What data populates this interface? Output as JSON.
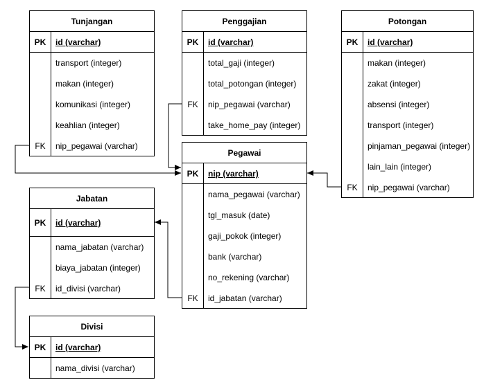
{
  "entities": {
    "tunjangan": {
      "title": "Tunjangan",
      "pk": {
        "key": "PK",
        "field": "id (varchar)"
      },
      "fields": [
        {
          "key": "",
          "field": "transport (integer)"
        },
        {
          "key": "",
          "field": "makan (integer)"
        },
        {
          "key": "",
          "field": "komunikasi (integer)"
        },
        {
          "key": "",
          "field": "keahlian (integer)"
        },
        {
          "key": "FK",
          "field": "nip_pegawai (varchar)"
        }
      ]
    },
    "penggajian": {
      "title": "Penggajian",
      "pk": {
        "key": "PK",
        "field": "id (varchar)"
      },
      "fields": [
        {
          "key": "",
          "field": "total_gaji (integer)"
        },
        {
          "key": "",
          "field": "total_potongan (integer)"
        },
        {
          "key": "FK",
          "field": "nip_pegawai (varchar)"
        },
        {
          "key": "",
          "field": "take_home_pay (integer)"
        }
      ]
    },
    "potongan": {
      "title": "Potongan",
      "pk": {
        "key": "PK",
        "field": "id (varchar)"
      },
      "fields": [
        {
          "key": "",
          "field": "makan (integer)"
        },
        {
          "key": "",
          "field": "zakat (integer)"
        },
        {
          "key": "",
          "field": "absensi (integer)"
        },
        {
          "key": "",
          "field": "transport (integer)"
        },
        {
          "key": "",
          "field": "pinjaman_pegawai (integer)"
        },
        {
          "key": "",
          "field": "lain_lain (integer)"
        },
        {
          "key": "FK",
          "field": "nip_pegawai (varchar)"
        }
      ]
    },
    "pegawai": {
      "title": "Pegawai",
      "pk": {
        "key": "PK",
        "field": "nip (varchar)"
      },
      "fields": [
        {
          "key": "",
          "field": "nama_pegawai (varchar)"
        },
        {
          "key": "",
          "field": "tgl_masuk (date)"
        },
        {
          "key": "",
          "field": "gaji_pokok (integer)"
        },
        {
          "key": "",
          "field": "bank (varchar)"
        },
        {
          "key": "",
          "field": "no_rekening (varchar)"
        },
        {
          "key": "FK",
          "field": "id_jabatan (varchar)"
        }
      ]
    },
    "jabatan": {
      "title": "Jabatan",
      "pk": {
        "key": "PK",
        "field": "id (varchar)"
      },
      "fields": [
        {
          "key": "",
          "field": "nama_jabatan (varchar)"
        },
        {
          "key": "",
          "field": "biaya_jabatan (integer)"
        },
        {
          "key": "FK",
          "field": "id_divisi (varchar)"
        }
      ]
    },
    "divisi": {
      "title": "Divisi",
      "pk": {
        "key": "PK",
        "field": "id (varchar)"
      },
      "fields": [
        {
          "key": "",
          "field": "nama_divisi (varchar)"
        }
      ]
    }
  },
  "relationships": [
    {
      "from": "tunjangan.nip_pegawai",
      "to": "pegawai.nip"
    },
    {
      "from": "penggajian.nip_pegawai",
      "to": "pegawai.nip"
    },
    {
      "from": "potongan.nip_pegawai",
      "to": "pegawai.nip"
    },
    {
      "from": "pegawai.id_jabatan",
      "to": "jabatan.id"
    },
    {
      "from": "jabatan.id_divisi",
      "to": "divisi.id"
    }
  ]
}
